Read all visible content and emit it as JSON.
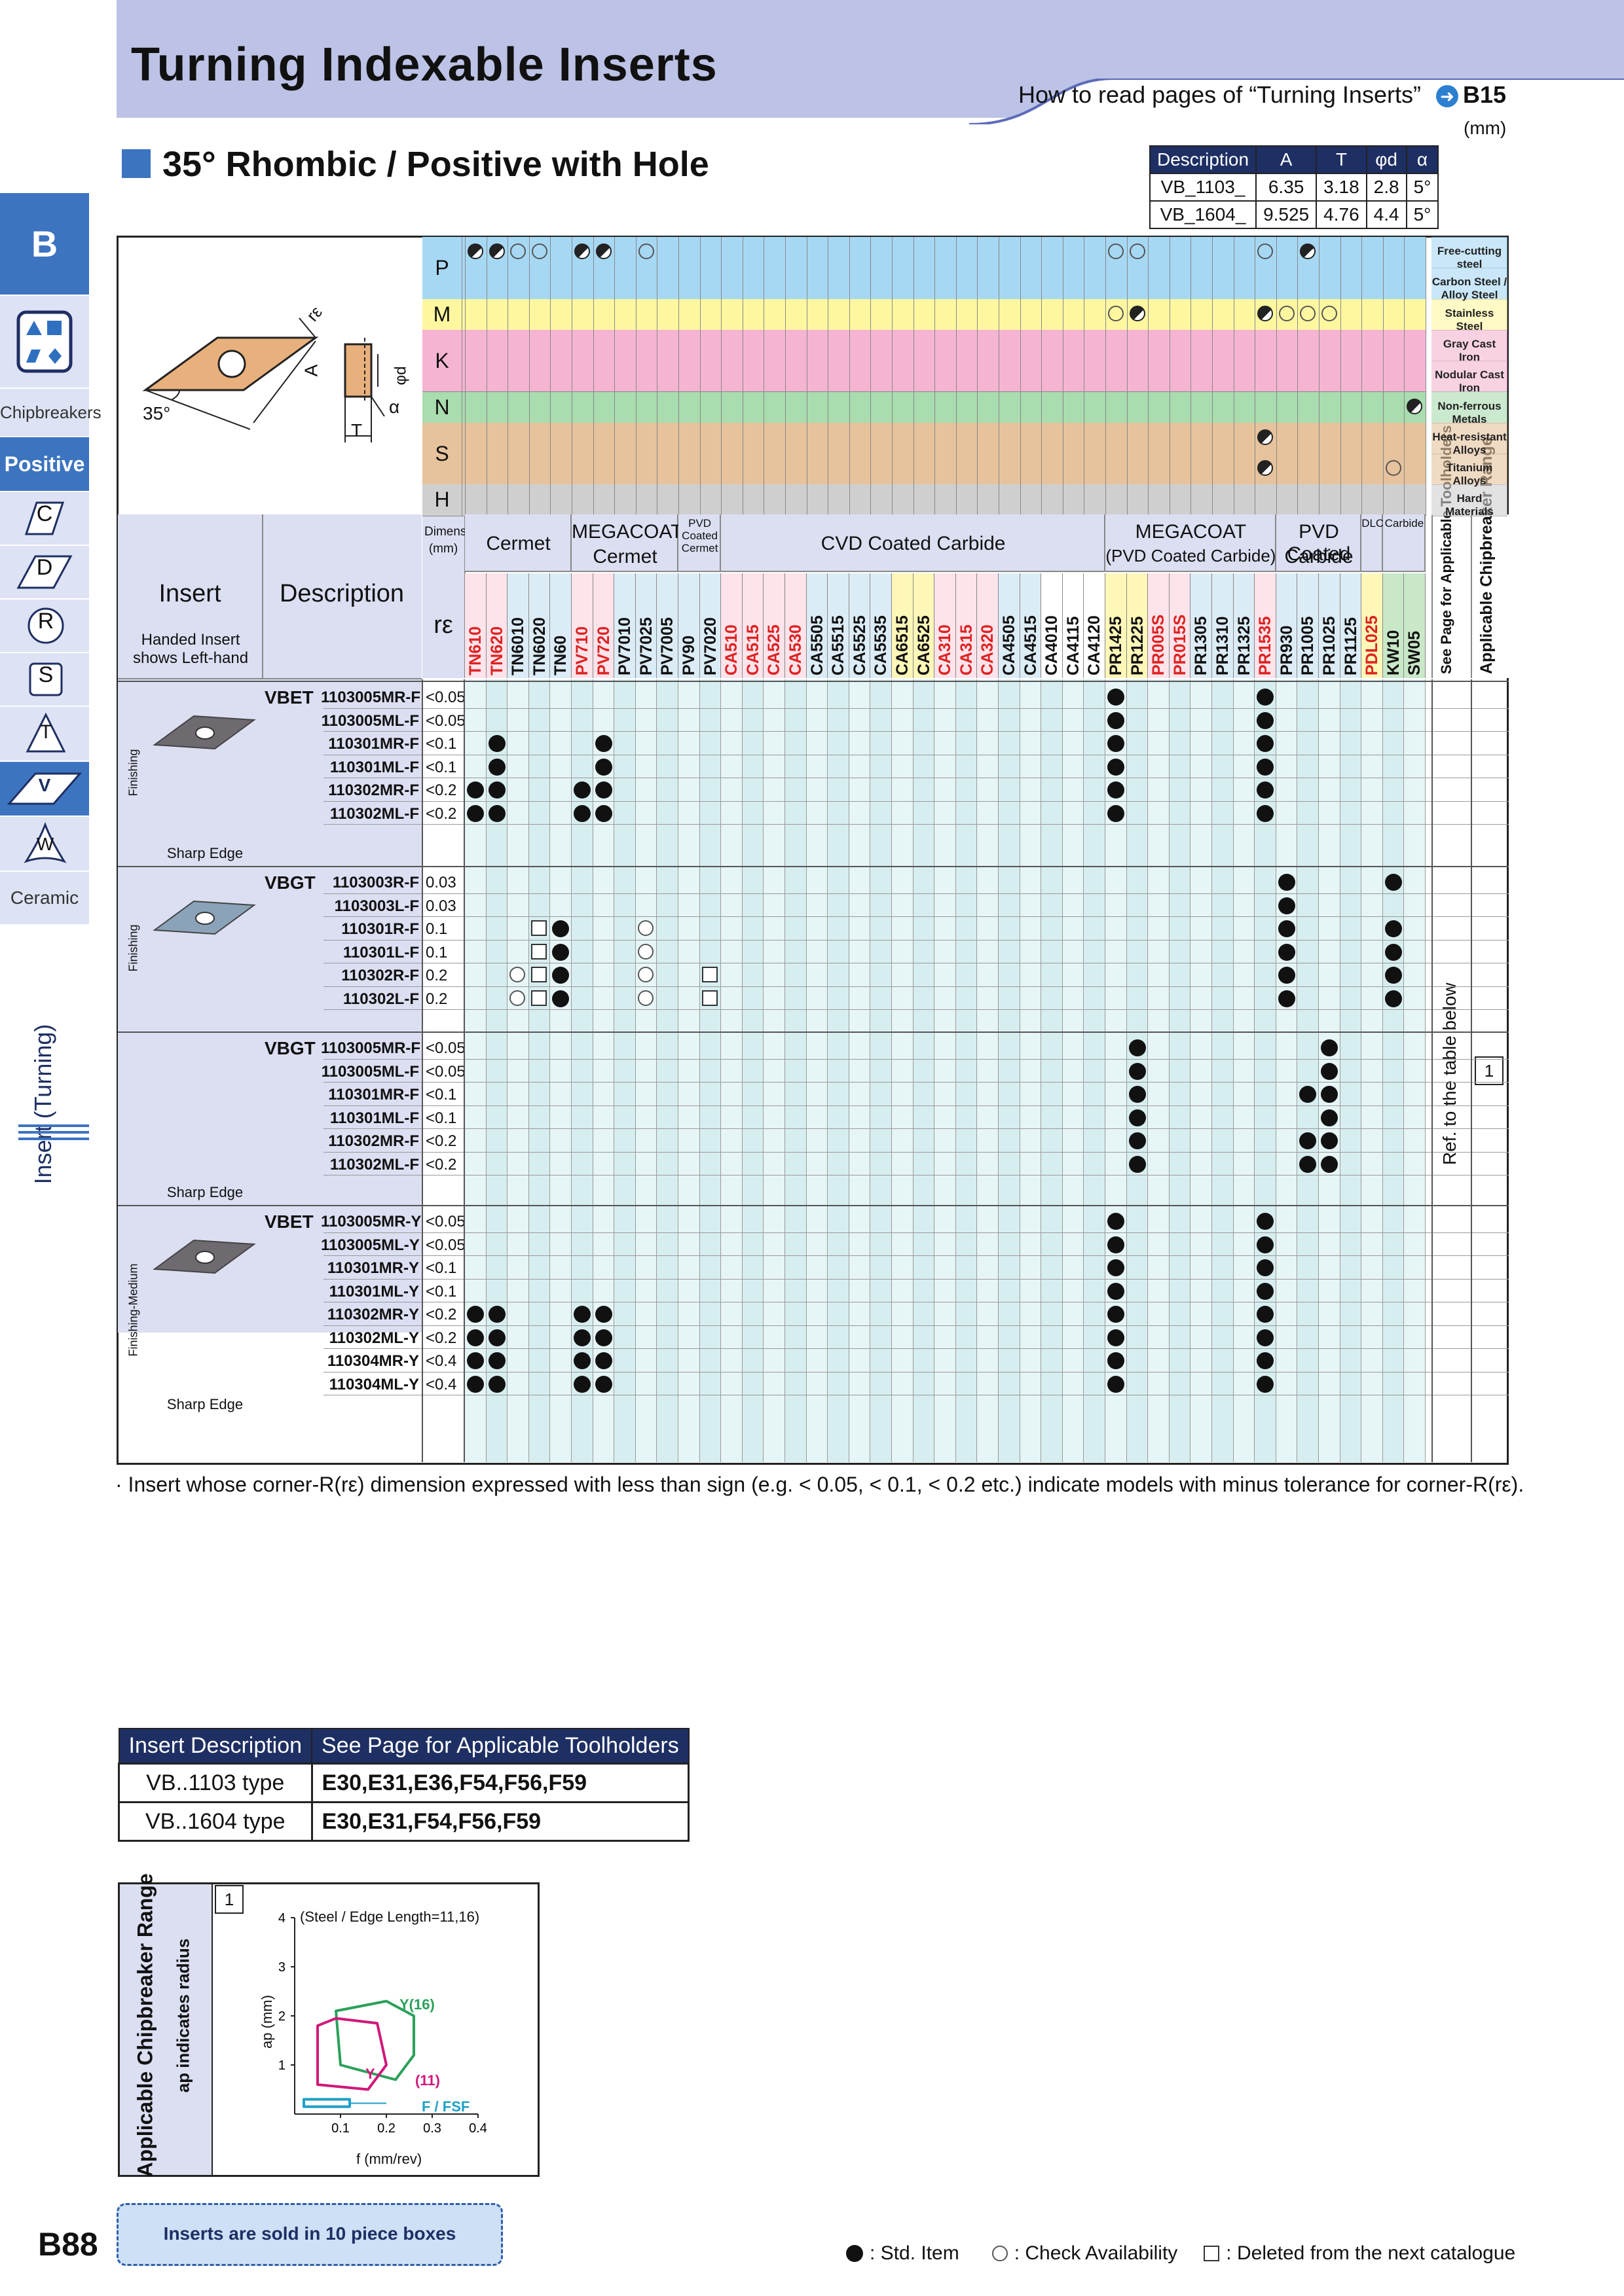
{
  "header": {
    "title": "Turning Indexable Inserts",
    "how_to_read": "How to read pages of “Turning Inserts”",
    "how_to_page": "B15",
    "unit": "(mm)"
  },
  "section_title": "35° Rhombic / Positive with Hole",
  "dimension_table": {
    "headers": [
      "Description",
      "A",
      "T",
      "φd",
      "α"
    ],
    "rows": [
      [
        "VB_1103_",
        "6.35",
        "3.18",
        "2.8",
        "5°"
      ],
      [
        "VB_1604_",
        "9.525",
        "4.76",
        "4.4",
        "5°"
      ]
    ]
  },
  "sidebar": {
    "tab_letter": "B",
    "items": [
      "Chipbreakers",
      "Positive",
      "C",
      "D",
      "R",
      "S",
      "T",
      "V",
      "W",
      "Ceramic"
    ],
    "vertical_label": "Insert (Turning)"
  },
  "diagram": {
    "angle": "35°",
    "labels": [
      "rε",
      "A",
      "φd",
      "T",
      "α"
    ]
  },
  "materials": [
    {
      "letter": "P",
      "names": [
        "Free-cutting steel",
        "Carbon Steel / Alloy Steel"
      ],
      "color": "#a6d8f4"
    },
    {
      "letter": "M",
      "names": [
        "Stainless Steel"
      ],
      "color": "#fff7a0"
    },
    {
      "letter": "K",
      "names": [
        "Gray Cast Iron",
        "Nodular Cast Iron"
      ],
      "color": "#f5b5d2"
    },
    {
      "letter": "N",
      "names": [
        "Non-ferrous Metals"
      ],
      "color": "#a9dcae"
    },
    {
      "letter": "S",
      "names": [
        "Heat-resistant Alloys",
        "Titanium Alloys"
      ],
      "color": "#e6c39c"
    },
    {
      "letter": "H",
      "names": [
        "Hard Materials"
      ],
      "color": "#cfcfcf"
    }
  ],
  "table_headers": {
    "insert": "Insert",
    "handed_note": "Handed Insert shows Left-hand",
    "description": "Description",
    "dimension": "Dimension (mm)",
    "re": "rε",
    "see_page": "See Page for Applicable Toolholders",
    "applicable": "Applicable Chipbreaker Range",
    "ref_note": "Ref. to the table below",
    "range_no": "1"
  },
  "grade_groups": [
    {
      "name": "Cermet",
      "sub": ""
    },
    {
      "name": "MEGACOAT",
      "sub": "Cermet"
    },
    {
      "name": "PVD Coated Cermet",
      "sub": ""
    },
    {
      "name": "CVD Coated Carbide",
      "sub": ""
    },
    {
      "name": "MEGACOAT",
      "sub": "(PVD Coated Carbide)"
    },
    {
      "name": "PVD Coated",
      "sub": "Carbide"
    },
    {
      "name": "DLC",
      "sub": ""
    },
    {
      "name": "Carbide",
      "sub": ""
    }
  ],
  "grades": [
    {
      "name": "TN610",
      "color": "#d22"
    },
    {
      "name": "TN620",
      "color": "#d22"
    },
    {
      "name": "TN6010",
      "color": "#111"
    },
    {
      "name": "TN6020",
      "color": "#111"
    },
    {
      "name": "TN60",
      "color": "#111"
    },
    {
      "name": "PV710",
      "color": "#d22"
    },
    {
      "name": "PV720",
      "color": "#d22"
    },
    {
      "name": "PV7010",
      "color": "#111"
    },
    {
      "name": "PV7025",
      "color": "#111"
    },
    {
      "name": "PV7005",
      "color": "#111"
    },
    {
      "name": "PV90",
      "color": "#111"
    },
    {
      "name": "PV7020",
      "color": "#111"
    },
    {
      "name": "CA510",
      "color": "#d22"
    },
    {
      "name": "CA515",
      "color": "#d22"
    },
    {
      "name": "CA525",
      "color": "#d22"
    },
    {
      "name": "CA530",
      "color": "#d22"
    },
    {
      "name": "CA5505",
      "color": "#111"
    },
    {
      "name": "CA5515",
      "color": "#111"
    },
    {
      "name": "CA5525",
      "color": "#111"
    },
    {
      "name": "CA5535",
      "color": "#111"
    },
    {
      "name": "CA6515",
      "color": "#111"
    },
    {
      "name": "CA6525",
      "color": "#111"
    },
    {
      "name": "CA310",
      "color": "#d22"
    },
    {
      "name": "CA315",
      "color": "#d22"
    },
    {
      "name": "CA320",
      "color": "#d22"
    },
    {
      "name": "CA4505",
      "color": "#111"
    },
    {
      "name": "CA4515",
      "color": "#111"
    },
    {
      "name": "CA4010",
      "color": "#111"
    },
    {
      "name": "CA4115",
      "color": "#111"
    },
    {
      "name": "CA4120",
      "color": "#111"
    },
    {
      "name": "PR1425",
      "color": "#111"
    },
    {
      "name": "PR1225",
      "color": "#111"
    },
    {
      "name": "PR005S",
      "color": "#d22"
    },
    {
      "name": "PR015S",
      "color": "#d22"
    },
    {
      "name": "PR1305",
      "color": "#111"
    },
    {
      "name": "PR1310",
      "color": "#111"
    },
    {
      "name": "PR1325",
      "color": "#111"
    },
    {
      "name": "PR1535",
      "color": "#d22"
    },
    {
      "name": "PR930",
      "color": "#111"
    },
    {
      "name": "PR1005",
      "color": "#111"
    },
    {
      "name": "PR1025",
      "color": "#111"
    },
    {
      "name": "PR1125",
      "color": "#111"
    },
    {
      "name": "PDL025",
      "color": "#d22"
    },
    {
      "name": "KW10",
      "color": "#111"
    },
    {
      "name": "SW05",
      "color": "#111"
    }
  ],
  "blocks": [
    {
      "application": "Finishing",
      "edge": "Sharp Edge",
      "rows": [
        {
          "prefix": "VBET",
          "model": "1103005MR-F",
          "re": "<0.05",
          "marks": {
            "30": "std",
            "37": "std"
          }
        },
        {
          "prefix": "",
          "model": "1103005ML-F",
          "re": "<0.05",
          "marks": {
            "30": "std",
            "37": "std"
          }
        },
        {
          "prefix": "",
          "model": "110301MR-F",
          "re": "<0.1",
          "marks": {
            "1": "std",
            "6": "std",
            "30": "std",
            "37": "std"
          }
        },
        {
          "prefix": "",
          "model": "110301ML-F",
          "re": "<0.1",
          "marks": {
            "1": "std",
            "6": "std",
            "30": "std",
            "37": "std"
          }
        },
        {
          "prefix": "",
          "model": "110302MR-F",
          "re": "<0.2",
          "marks": {
            "0": "std",
            "1": "std",
            "5": "std",
            "6": "std",
            "30": "std",
            "37": "std"
          }
        },
        {
          "prefix": "",
          "model": "110302ML-F",
          "re": "<0.2",
          "marks": {
            "0": "std",
            "1": "std",
            "5": "std",
            "6": "std",
            "30": "std",
            "37": "std"
          }
        }
      ]
    },
    {
      "application": "Finishing",
      "edge": "",
      "rows": [
        {
          "prefix": "VBGT",
          "model": "1103003R-F",
          "re": "0.03",
          "marks": {
            "38": "std",
            "43": "std"
          }
        },
        {
          "prefix": "",
          "model": "1103003L-F",
          "re": "0.03",
          "marks": {
            "38": "std"
          }
        },
        {
          "prefix": "",
          "model": "110301R-F",
          "re": "0.1",
          "marks": {
            "3": "del",
            "4": "std",
            "8": "chk",
            "38": "std",
            "43": "std"
          }
        },
        {
          "prefix": "",
          "model": "110301L-F",
          "re": "0.1",
          "marks": {
            "3": "del",
            "4": "std",
            "8": "chk",
            "38": "std",
            "43": "std"
          }
        },
        {
          "prefix": "",
          "model": "110302R-F",
          "re": "0.2",
          "marks": {
            "2": "chk",
            "3": "del",
            "4": "std",
            "8": "chk",
            "11": "del",
            "38": "std",
            "43": "std"
          }
        },
        {
          "prefix": "",
          "model": "110302L-F",
          "re": "0.2",
          "marks": {
            "2": "chk",
            "3": "del",
            "4": "std",
            "8": "chk",
            "11": "del",
            "38": "std",
            "43": "std"
          }
        }
      ]
    },
    {
      "application": "",
      "edge": "Sharp Edge",
      "rows": [
        {
          "prefix": "VBGT",
          "model": "1103005MR-F",
          "re": "<0.05",
          "marks": {
            "31": "std",
            "40": "std"
          }
        },
        {
          "prefix": "",
          "model": "1103005ML-F",
          "re": "<0.05",
          "marks": {
            "31": "std",
            "40": "std"
          }
        },
        {
          "prefix": "",
          "model": "110301MR-F",
          "re": "<0.1",
          "marks": {
            "31": "std",
            "39": "std",
            "40": "std"
          }
        },
        {
          "prefix": "",
          "model": "110301ML-F",
          "re": "<0.1",
          "marks": {
            "31": "std",
            "40": "std"
          }
        },
        {
          "prefix": "",
          "model": "110302MR-F",
          "re": "<0.2",
          "marks": {
            "31": "std",
            "39": "std",
            "40": "std"
          }
        },
        {
          "prefix": "",
          "model": "110302ML-F",
          "re": "<0.2",
          "marks": {
            "31": "std",
            "39": "std",
            "40": "std"
          }
        }
      ]
    },
    {
      "application": "Finishing-Medium",
      "edge": "Sharp Edge",
      "rows": [
        {
          "prefix": "VBET",
          "model": "1103005MR-Y",
          "re": "<0.05",
          "marks": {
            "30": "std",
            "37": "std"
          }
        },
        {
          "prefix": "",
          "model": "1103005ML-Y",
          "re": "<0.05",
          "marks": {
            "30": "std",
            "37": "std"
          }
        },
        {
          "prefix": "",
          "model": "110301MR-Y",
          "re": "<0.1",
          "marks": {
            "30": "std",
            "37": "std"
          }
        },
        {
          "prefix": "",
          "model": "110301ML-Y",
          "re": "<0.1",
          "marks": {
            "30": "std",
            "37": "std"
          }
        },
        {
          "prefix": "",
          "model": "110302MR-Y",
          "re": "<0.2",
          "marks": {
            "0": "std",
            "1": "std",
            "5": "std",
            "6": "std",
            "30": "std",
            "37": "std"
          }
        },
        {
          "prefix": "",
          "model": "110302ML-Y",
          "re": "<0.2",
          "marks": {
            "0": "std",
            "1": "std",
            "5": "std",
            "6": "std",
            "30": "std",
            "37": "std"
          }
        },
        {
          "prefix": "",
          "model": "110304MR-Y",
          "re": "<0.4",
          "marks": {
            "0": "std",
            "1": "std",
            "5": "std",
            "6": "std",
            "30": "std",
            "37": "std"
          }
        },
        {
          "prefix": "",
          "model": "110304ML-Y",
          "re": "<0.4",
          "marks": {
            "0": "std",
            "1": "std",
            "5": "std",
            "6": "std",
            "30": "std",
            "37": "std"
          }
        }
      ]
    }
  ],
  "footnote": "· Insert whose corner-R(rε) dimension expressed with less than sign (e.g. < 0.05, < 0.1, < 0.2 etc.) indicate models with minus tolerance for corner-R(rε).",
  "toolholders": {
    "headers": [
      "Insert Description",
      "See Page for Applicable Toolholders"
    ],
    "rows": [
      [
        "VB..1103 type",
        "E30,E31,E36,F54,F56,F59"
      ],
      [
        "VB..1604 type",
        "E30,E31,F54,F56,F59"
      ]
    ]
  },
  "chipbreaker_chart": {
    "side_title": "Applicable Chipbreaker Range",
    "side_sub": "ap indicates radius",
    "number": "1",
    "subtitle": "(Steel / Edge Length=11,16)",
    "xlabel": "f (mm/rev)",
    "ylabel": "ap (mm)",
    "xticks": [
      "0.1",
      "0.2",
      "0.3",
      "0.4"
    ],
    "yticks": [
      "1",
      "2",
      "3",
      "4"
    ],
    "labels": {
      "y16": "Y(16)",
      "y": "Y",
      "y11": "(11)",
      "f": "F / FSF"
    },
    "colors": {
      "y16": "#2aa05a",
      "y11": "#d0187a",
      "f": "#1ea0c8"
    }
  },
  "chart_data": {
    "type": "area",
    "title": "(Steel / Edge Length=11,16)",
    "xlabel": "f (mm/rev)",
    "ylabel": "ap (mm)",
    "xlim": [
      0,
      0.4
    ],
    "ylim": [
      0,
      4
    ],
    "series": [
      {
        "name": "Y(16)",
        "x": [
          0.09,
          0.2,
          0.26,
          0.26,
          0.22,
          0.1
        ],
        "y": [
          2.1,
          2.3,
          2.0,
          1.2,
          0.7,
          1.0
        ]
      },
      {
        "name": "Y",
        "x": [
          0.05,
          0.09,
          0.18,
          0.2,
          0.16,
          0.05
        ],
        "y": [
          1.8,
          1.95,
          1.85,
          1.0,
          0.5,
          0.6
        ]
      },
      {
        "name": "F / FSF",
        "x": [
          0.02,
          0.12,
          0.12,
          0.02
        ],
        "y": [
          0.15,
          0.15,
          0.3,
          0.3
        ]
      }
    ]
  },
  "package_note": "Inserts are sold in 10 piece boxes",
  "page_number": "B88",
  "legend": {
    "std": ": Std. Item",
    "chk": ": Check Availability",
    "del": ": Deleted from the next catalogue"
  }
}
